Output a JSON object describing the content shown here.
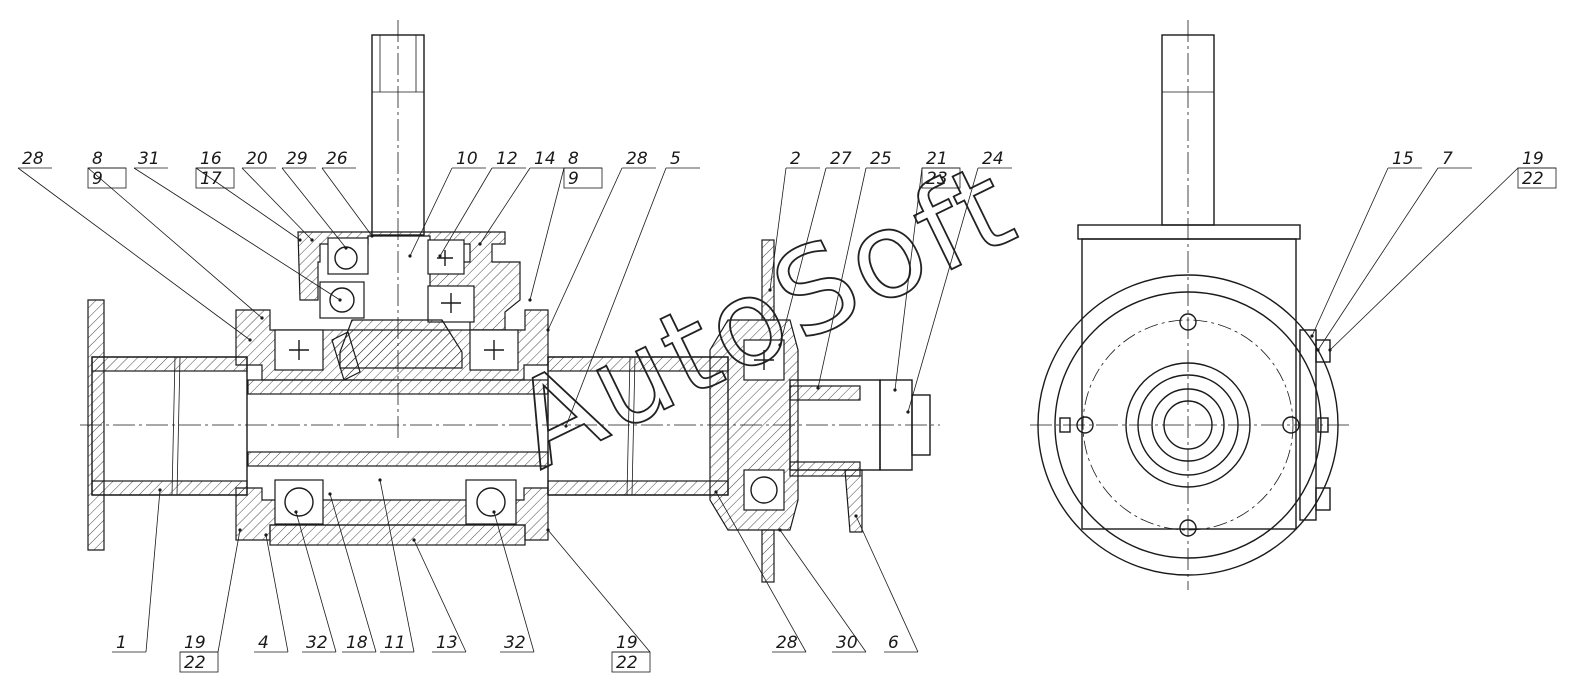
{
  "drawing": {
    "watermark": "AutoSoft",
    "callouts": [
      {
        "id": "c-28a",
        "top": "28"
      },
      {
        "id": "c-8-9a",
        "top": "8",
        "bottom": "9"
      },
      {
        "id": "c-31",
        "top": "31"
      },
      {
        "id": "c-16-17",
        "top": "16",
        "bottom": "17"
      },
      {
        "id": "c-20",
        "top": "20"
      },
      {
        "id": "c-29",
        "top": "29"
      },
      {
        "id": "c-26",
        "top": "26"
      },
      {
        "id": "c-10",
        "top": "10"
      },
      {
        "id": "c-12",
        "top": "12"
      },
      {
        "id": "c-14",
        "top": "14"
      },
      {
        "id": "c-8-9b",
        "top": "8",
        "bottom": "9"
      },
      {
        "id": "c-28b",
        "top": "28"
      },
      {
        "id": "c-5",
        "top": "5"
      },
      {
        "id": "c-2",
        "top": "2"
      },
      {
        "id": "c-27",
        "top": "27"
      },
      {
        "id": "c-25",
        "top": "25"
      },
      {
        "id": "c-21-23",
        "top": "21",
        "bottom": "23"
      },
      {
        "id": "c-24",
        "top": "24"
      },
      {
        "id": "c-15",
        "top": "15"
      },
      {
        "id": "c-7",
        "top": "7"
      },
      {
        "id": "c-19-22a",
        "top": "19",
        "bottom": "22"
      },
      {
        "id": "c-1",
        "top": "1"
      },
      {
        "id": "c-19-22b",
        "top": "19",
        "bottom": "22"
      },
      {
        "id": "c-4",
        "top": "4"
      },
      {
        "id": "c-32a",
        "top": "32"
      },
      {
        "id": "c-18",
        "top": "18"
      },
      {
        "id": "c-11",
        "top": "11"
      },
      {
        "id": "c-13",
        "top": "13"
      },
      {
        "id": "c-32b",
        "top": "32"
      },
      {
        "id": "c-19-22c",
        "top": "19",
        "bottom": "22"
      },
      {
        "id": "c-28c",
        "top": "28"
      },
      {
        "id": "c-30",
        "top": "30"
      },
      {
        "id": "c-6",
        "top": "6"
      }
    ]
  }
}
